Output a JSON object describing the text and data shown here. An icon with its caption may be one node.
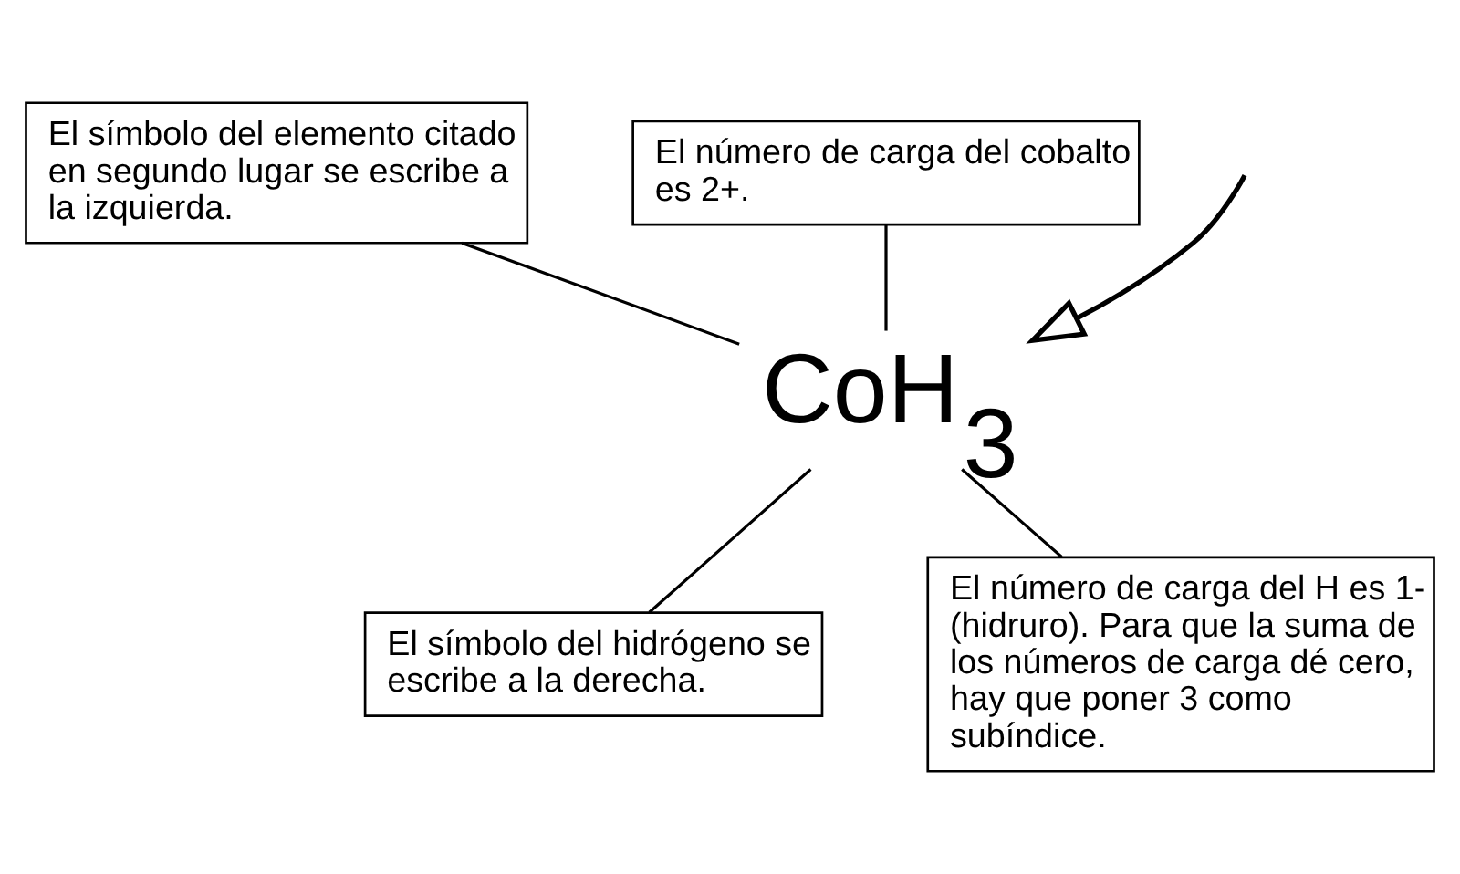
{
  "diagram": {
    "nodes": [
      {
        "text": [
          "El símbolo del elemento citado en segundo lugar se escribe a la izquierda."
        ]
      },
      {
        "text": [
          "El número de carga del cobalto es 2+."
        ]
      },
      {
        "text": [
          "CoH$_{3}$"
        ]
      },
      {
        "text": [
          "El símbolo del hidrógeno se escribe a la derecha."
        ]
      },
      {
        "text": [
          "El número de carga del H es 1- (hidruro). Para que la suma de los números de carga dé cero, hay que poner 3 como subíndice."
        ]
      }
    ],
    "edges": [
      {
        "from": null,
        "to": 2,
        "arrow": "to"
      },
      {
        "from": 0,
        "to": 2,
        "arrow": "none"
      },
      {
        "from": 1,
        "to": 2,
        "arrow": "none"
      },
      {
        "from": 3,
        "to": 2,
        "arrow": "none"
      },
      {
        "from": 4,
        "to": 2,
        "arrow": "none"
      }
    ]
  }
}
